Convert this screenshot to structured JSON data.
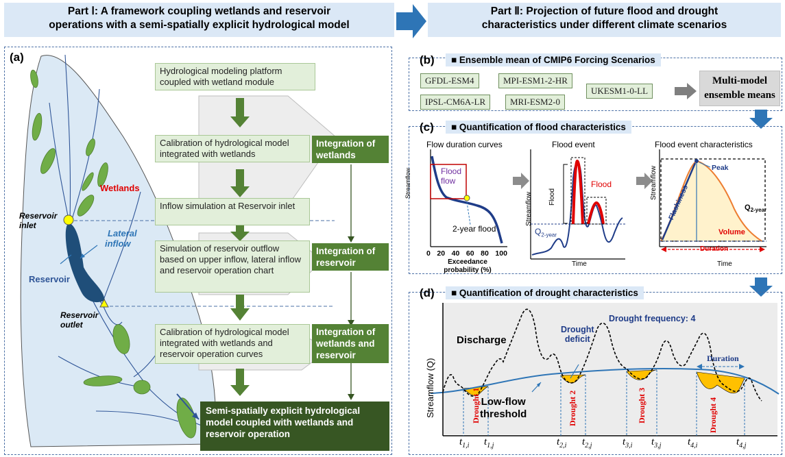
{
  "part1": {
    "header_line1": "Part Ⅰ: A framework coupling wetlands and reservoir",
    "header_line2": "operations with a semi-spatially explicit hydrological model"
  },
  "part2": {
    "header_line1": "Part Ⅱ: Projection of future flood and drought",
    "header_line2": "characteristics under different climate scenarios"
  },
  "panel_a": {
    "label": "(a)",
    "map": {
      "wetlands": "Wetlands",
      "reservoir_inlet": [
        "Reservoir",
        "inlet"
      ],
      "lateral_inflow": [
        "Lateral",
        "inflow"
      ],
      "reservoir": "Reservoir",
      "reservoir_outlet": [
        "Reservoir",
        "outlet"
      ]
    },
    "steps": [
      "Hydrological modeling platform coupled with wetland module",
      "Calibration of hydrological model integrated with wetlands",
      "Inflow simulation at Reservoir inlet",
      "Simulation of reservoir outflow based on upper inflow, lateral inflow and reservoir operation chart",
      "Calibration of hydrological model integrated with wetlands and reservoir operation curves"
    ],
    "integration": [
      "Integration of wetlands",
      "Integration of reservoir",
      "Integration of wetlands and reservoir"
    ],
    "final": "Semi-spatially explicit hydrological model coupled with wetlands and reservoir operation"
  },
  "panel_b": {
    "label": "(b)",
    "title": "■ Ensemble mean of CMIP6 Forcing Scenarios",
    "models": [
      "GFDL-ESM4",
      "MPI-ESM1-2-HR",
      "UKESM1-0-LL",
      "IPSL-CM6A-LR",
      "MRI-ESM2-0"
    ],
    "ensemble": [
      "Multi-model",
      "ensemble means"
    ]
  },
  "panel_c": {
    "label": "(c)",
    "title": "■ Quantification of flood characteristics",
    "fdc": {
      "title": "Flow duration curves",
      "ylabel": "Streamflow",
      "flood_flow": [
        "Flood",
        "flow"
      ],
      "two_year": "2-year flood",
      "xticks": [
        "0",
        "20",
        "40",
        "60",
        "80",
        "100"
      ],
      "xlabel": [
        "Exceedance",
        "probability (%)"
      ]
    },
    "event": {
      "title": "Flood event",
      "ylabel": "Streamflow",
      "flood_bracket": "Flood",
      "flood": "Flood",
      "q": "Q",
      "q_sub": "2-year",
      "xlabel": "Time"
    },
    "chars": {
      "title": "Flood event characteristics",
      "ylabel": "Streamflow",
      "peak": "Peak",
      "flashiness": "Flashiness",
      "q": "Q",
      "q_sub": "2-year",
      "volume": "Volume",
      "duration": "Duration",
      "xlabel": "Time"
    }
  },
  "panel_d": {
    "label": "(d)",
    "title": "■ Quantification of drought characteristics",
    "frequency": "Drought frequency: 4",
    "discharge": "Discharge",
    "deficit": [
      "Drought",
      "deficit"
    ],
    "duration": "Duration",
    "ylabel": "Streamflow (Q)",
    "threshold": [
      "Low-flow",
      "threshold"
    ],
    "droughts": [
      "Drought 1",
      "Drought 2",
      "Drought 3",
      "Drought 4"
    ],
    "ticks": [
      {
        "t": "t",
        "sub": "1,i"
      },
      {
        "t": "t",
        "sub": "1,j"
      },
      {
        "t": "t",
        "sub": "2,i"
      },
      {
        "t": "t",
        "sub": "2,j"
      },
      {
        "t": "t",
        "sub": "3,i"
      },
      {
        "t": "t",
        "sub": "3,j"
      },
      {
        "t": "t",
        "sub": "4,i"
      },
      {
        "t": "t",
        "sub": "4,j"
      }
    ]
  },
  "colors": {
    "header_bg": "#dbe8f6",
    "map_fill": "#dbe9f5",
    "reservoir": "#1f4e79",
    "wetland": "#70ad47",
    "integration": "#548235",
    "final": "#375623",
    "arrow_blue": "#2e75b6",
    "flood_red": "#e00000",
    "drought_fill": "#ffc000"
  }
}
